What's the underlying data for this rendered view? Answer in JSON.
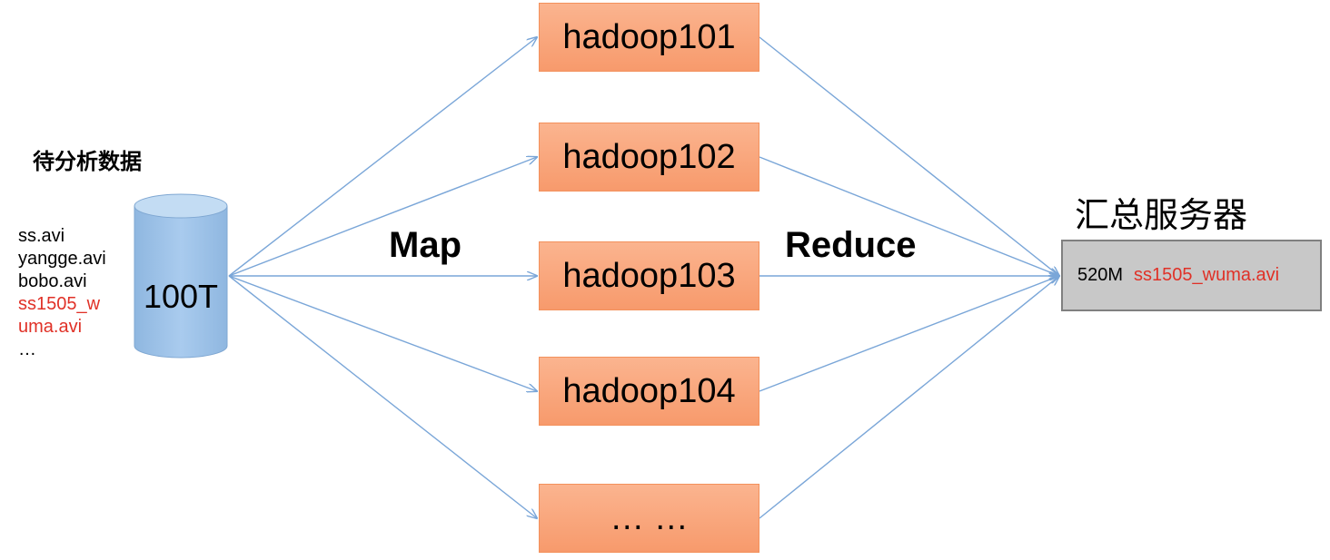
{
  "input_section": {
    "title": "待分析数据",
    "files": [
      {
        "name": "ss.avi",
        "highlight": false
      },
      {
        "name": "yangge.avi",
        "highlight": false
      },
      {
        "name": "bobo.avi",
        "highlight": false
      },
      {
        "name": "ss1505_w",
        "highlight": true
      },
      {
        "name": "uma.avi",
        "highlight": true
      },
      {
        "name": "…",
        "highlight": false
      }
    ],
    "storage_label": "100T"
  },
  "phases": {
    "map": "Map",
    "reduce": "Reduce"
  },
  "nodes": [
    {
      "label": "hadoop101"
    },
    {
      "label": "hadoop102"
    },
    {
      "label": "hadoop103"
    },
    {
      "label": "hadoop104"
    },
    {
      "label": "… …"
    }
  ],
  "output": {
    "title": "汇总服务器",
    "size": "520M",
    "file": "ss1505_wuma.avi"
  },
  "colors": {
    "arrow": "#7aa6d8",
    "node_fill": "#f9a77c",
    "highlight_text": "#e03127",
    "cylinder": "#9dc3e6",
    "server_fill": "#c8c8c8"
  }
}
